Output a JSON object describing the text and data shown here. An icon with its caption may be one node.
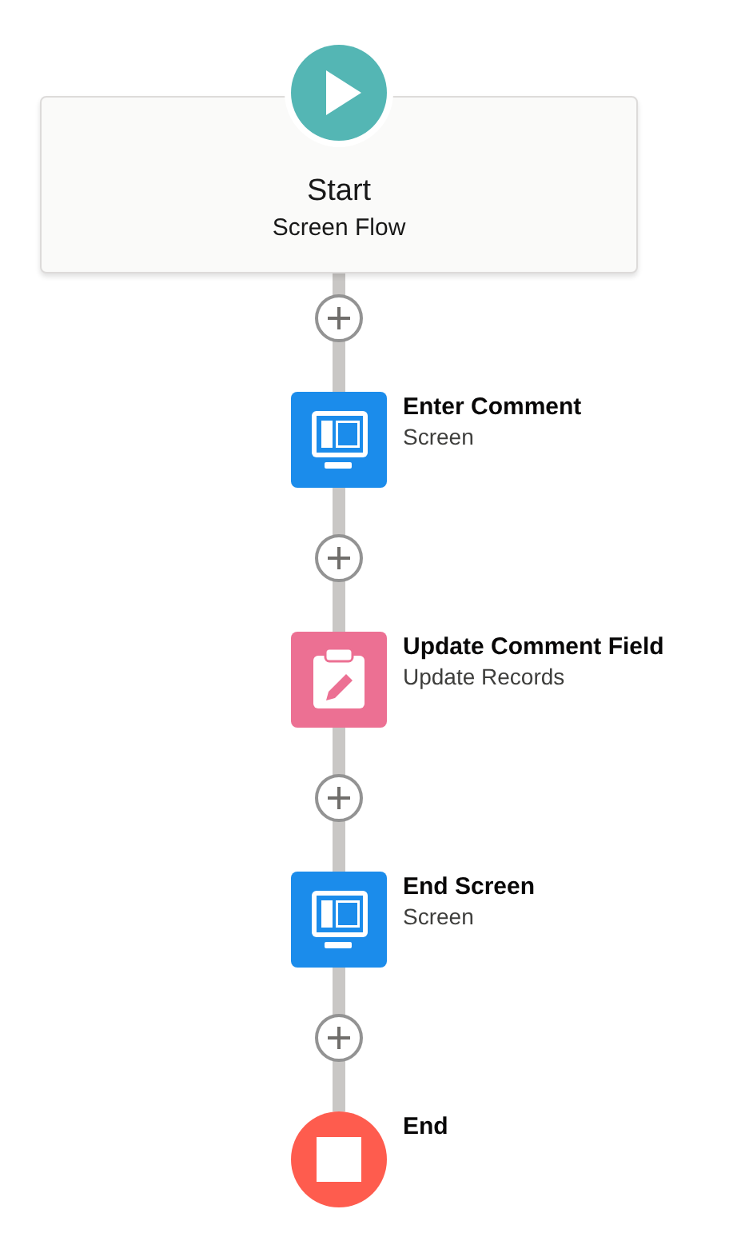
{
  "diagram": {
    "nodes": [
      {
        "text": [
          "Start",
          "Screen Flow"
        ]
      },
      {
        "text": [
          "Enter Comment",
          "Screen"
        ]
      },
      {
        "text": [
          "Update Comment Field",
          "Update Records"
        ]
      },
      {
        "text": [
          "End Screen",
          "Screen"
        ]
      },
      {
        "text": [
          "End"
        ]
      }
    ],
    "edges": [
      {
        "from": 0,
        "to": 1,
        "arrow": "none"
      },
      {
        "from": 1,
        "to": 2,
        "arrow": "none"
      },
      {
        "from": 2,
        "to": 3,
        "arrow": "none"
      },
      {
        "from": 3,
        "to": 4,
        "arrow": "none"
      }
    ]
  }
}
